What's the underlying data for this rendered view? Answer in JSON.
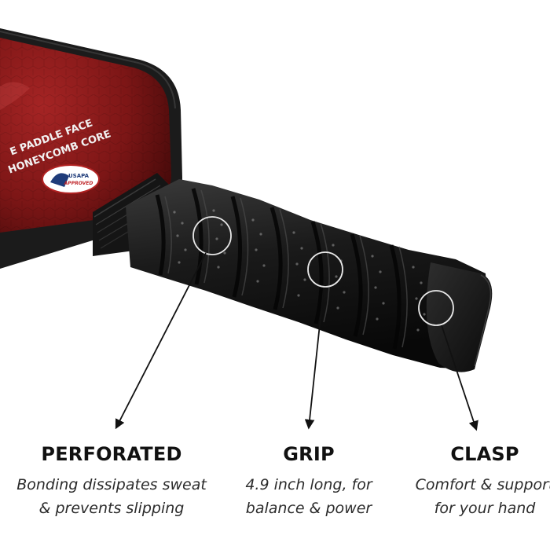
{
  "product": {
    "face_text_line1": "E PADDLE FACE",
    "face_text_line2": "HONEYCOMB CORE",
    "badge_line1": "USAPA",
    "badge_line2": "APPROVED",
    "colors": {
      "paddle_red": "#8e1b1b",
      "paddle_dark_red": "#4a0a0a",
      "edge_guard": "#1b1b1b",
      "grip_black": "#161616"
    }
  },
  "features": [
    {
      "title": "PERFORATED",
      "desc_line1": "Bonding dissipates sweat",
      "desc_line2": "& prevents slipping"
    },
    {
      "title": "GRIP",
      "desc_line1": "4.9 inch long, for",
      "desc_line2": "balance & power"
    },
    {
      "title": "CLASP",
      "desc_line1": "Comfort & support",
      "desc_line2": "for your hand"
    }
  ]
}
